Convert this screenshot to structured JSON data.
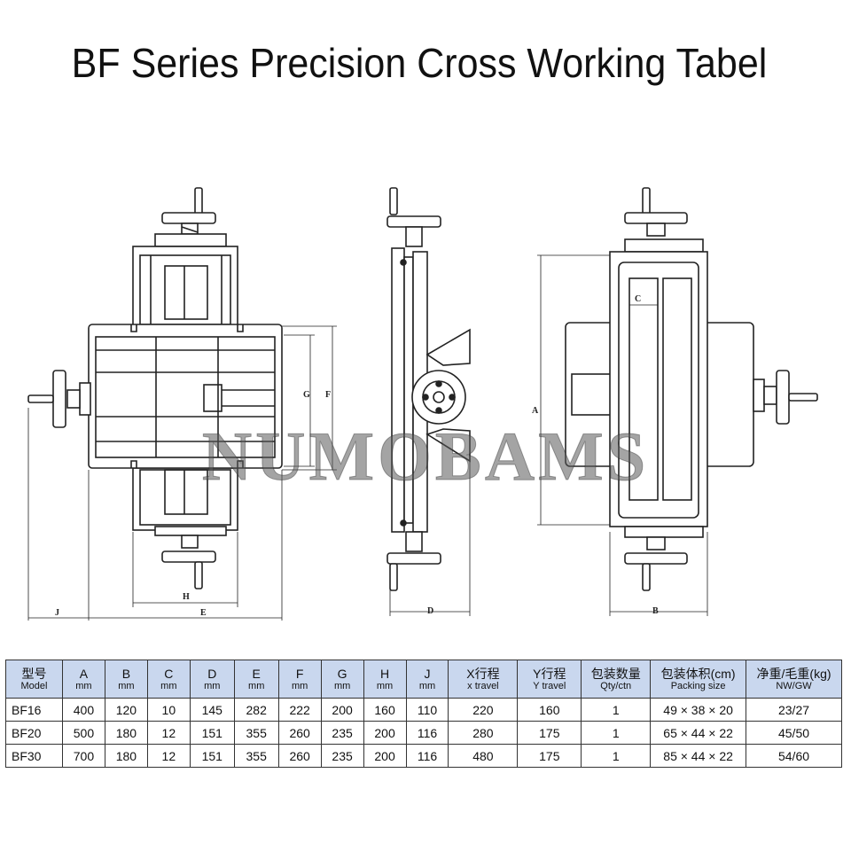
{
  "title": "BF Series Precision Cross Working Tabel",
  "watermark": "NUMOBAMS",
  "dimension_labels": {
    "A_front": "J",
    "E": "E",
    "H": "H",
    "G": "G",
    "F": "F",
    "D": "D",
    "C": "C",
    "A": "A",
    "B": "B"
  },
  "spec_table": {
    "headers": [
      {
        "zh": "型号",
        "en": "Model"
      },
      {
        "zh": "A",
        "en": "mm"
      },
      {
        "zh": "B",
        "en": "mm"
      },
      {
        "zh": "C",
        "en": "mm"
      },
      {
        "zh": "D",
        "en": "mm"
      },
      {
        "zh": "E",
        "en": "mm"
      },
      {
        "zh": "F",
        "en": "mm"
      },
      {
        "zh": "G",
        "en": "mm"
      },
      {
        "zh": "H",
        "en": "mm"
      },
      {
        "zh": "J",
        "en": "mm"
      },
      {
        "zh": "X行程",
        "en": "x travel"
      },
      {
        "zh": "Y行程",
        "en": "Y travel"
      },
      {
        "zh": "包装数量",
        "en": "Qty/ctn"
      },
      {
        "zh": "包装体积(cm)",
        "en": "Packing size"
      },
      {
        "zh": "净重/毛重(kg)",
        "en": "NW/GW"
      }
    ],
    "rows": [
      [
        "BF16",
        "400",
        "120",
        "10",
        "145",
        "282",
        "222",
        "200",
        "160",
        "110",
        "220",
        "160",
        "1",
        "49 × 38 × 20",
        "23/27"
      ],
      [
        "BF20",
        "500",
        "180",
        "12",
        "151",
        "355",
        "260",
        "235",
        "200",
        "116",
        "280",
        "175",
        "1",
        "65 × 44 × 22",
        "45/50"
      ],
      [
        "BF30",
        "700",
        "180",
        "12",
        "151",
        "355",
        "260",
        "235",
        "200",
        "116",
        "480",
        "175",
        "1",
        "85 × 44 × 22",
        "54/60"
      ]
    ]
  }
}
